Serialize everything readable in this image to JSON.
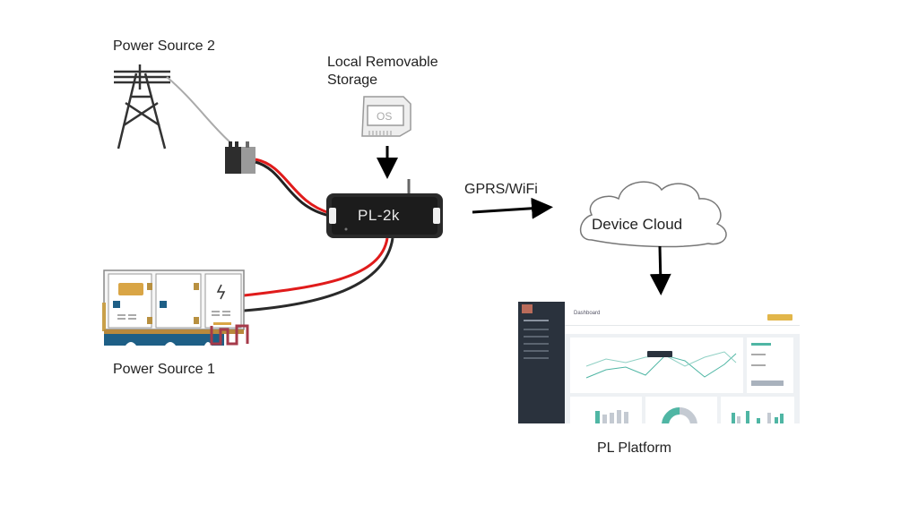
{
  "diagram": {
    "power_source_2": {
      "label": "Power Source 2",
      "icon": "power-tower-icon"
    },
    "local_storage": {
      "label_line1": "Local Removable",
      "label_line2": "Storage",
      "icon": "sd-card-icon",
      "card_text": "OS"
    },
    "device": {
      "label": "PL-2k",
      "icon": "iot-device-icon"
    },
    "power_source_1": {
      "label": "Power Source 1",
      "icon": "generator-icon"
    },
    "link": {
      "label": "GPRS/WiFi"
    },
    "cloud": {
      "label": "Device Cloud",
      "icon": "cloud-icon"
    },
    "platform": {
      "label": "PL Platform",
      "screenshot_title": "Dashboard"
    }
  },
  "colors": {
    "wire_red": "#e01b1b",
    "wire_black": "#2a2a2a",
    "device_body": "#222222",
    "dash_sidebar": "#2a323d",
    "dash_accent": "#4fb6a4",
    "dash_button": "#e2b64a",
    "generator_gold": "#c9a04a",
    "generator_blue": "#1e5f86"
  }
}
